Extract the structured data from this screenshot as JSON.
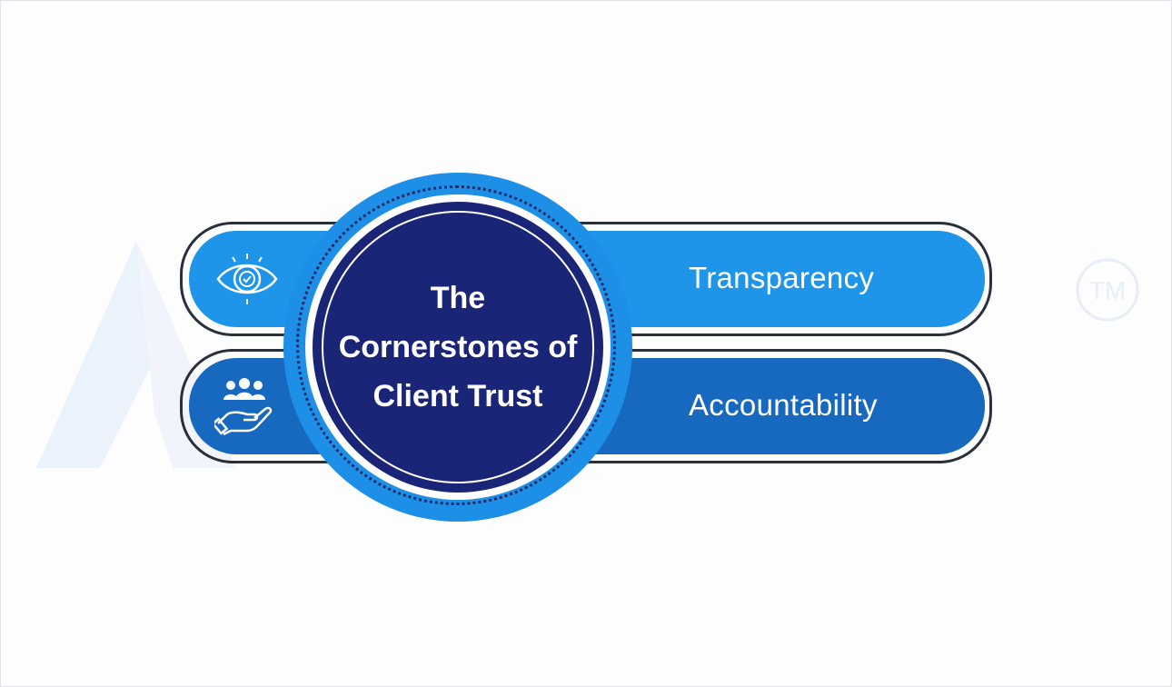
{
  "center_title": "The Cornerstones of Client Trust",
  "items": [
    {
      "label": "Transparency",
      "icon": "eye-check-icon"
    },
    {
      "label": "Accountability",
      "icon": "people-hand-icon"
    }
  ],
  "colors": {
    "bar_light": "#1f95ea",
    "bar_dark": "#1768bf",
    "navy": "#1a2577",
    "outline": "#2a2f3c"
  }
}
